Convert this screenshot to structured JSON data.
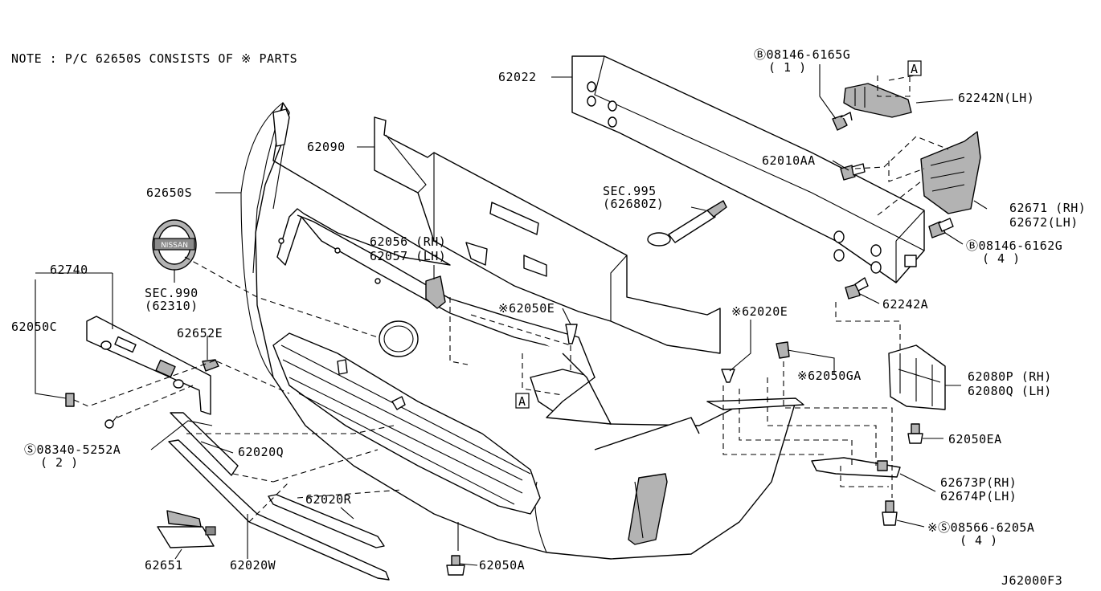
{
  "note": "NOTE : P/C 62650S CONSISTS OF ※ PARTS",
  "diagram_id": "J62000F3",
  "ref_box": "A",
  "labels": {
    "p62022": "62022",
    "p62090": "62090",
    "p62650s": "62650S",
    "p62740": "62740",
    "p62050c": "62050C",
    "p62652e": "62652E",
    "sec990": "SEC.990",
    "sec990_ref": "(62310)",
    "p62056": "62056 (RH)",
    "p62057": "62057 (LH)",
    "p62050e": "※62050E",
    "sec995": "SEC.995",
    "sec995_ref": "(62680Z)",
    "b08146_6165g": "Ⓑ08146-6165G",
    "b08146_6165g_qty": "( 1 )",
    "p62242n": "62242N(LH)",
    "p62010aa": "62010AA",
    "p62671": "62671 (RH)",
    "p62672": "62672(LH)",
    "b08146_6162g": "Ⓑ08146-6162G",
    "b08146_6162g_qty": "( 4 )",
    "p62242a": "62242A",
    "p62020e": "※62020E",
    "p62050ga": "※62050GA",
    "p62080p": "62080P (RH)",
    "p62080q": "62080Q (LH)",
    "p62050ea": "62050EA",
    "s08340": "Ⓢ08340-5252A",
    "s08340_qty": "( 2 )",
    "p62020q": "62020Q",
    "p62020r": "62020R",
    "p62673p": "62673P(RH)",
    "p62674p": "62674P(LH)",
    "s08566": "※Ⓢ08566-6205A",
    "s08566_qty": "( 4 )",
    "p62651": "62651",
    "p62020w": "62020W",
    "p62050a": "62050A"
  }
}
